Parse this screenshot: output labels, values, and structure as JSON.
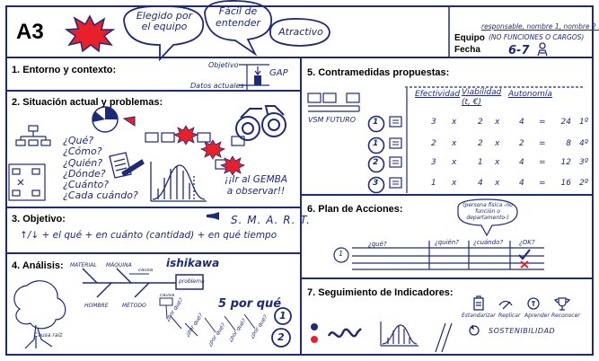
{
  "header": {
    "code": "A3",
    "bubble_1": "Elegido por el equipo",
    "bubble_2": "Fácil de entender",
    "bubble_3": "Atractivo",
    "team_label": "Equipo",
    "date_label": "Fecha",
    "team_value": "responsable, nombre 1, nombre 2 ...",
    "team_note": "(NO FUNCIONES O CARGOS)",
    "date_value": "6-7"
  },
  "sec1": {
    "title": "1. Entorno y contexto:",
    "objetivo": "Objetivo",
    "datos": "Datos actuales",
    "gap": "GAP"
  },
  "sec2": {
    "title": "2. Situación actual y problemas:",
    "questions": [
      "¿Qué?",
      "¿Cómo?",
      "¿Quién?",
      "¿Dónde?",
      "¿Cuánto?",
      "¿Cada cuándo?"
    ],
    "gemba": "¡¡Ir al GEMBA a observar!!"
  },
  "sec3": {
    "title": "3. Objetivo:",
    "smart": "S. M. A. R. T.",
    "formula": "↑/↓ + el qué + en cuánto (cantidad) + en qué tiempo"
  },
  "sec4": {
    "title": "4. Análisis:",
    "ishikawa": "ishikawa",
    "material": "MATERIAL",
    "maquina": "MÁQUINA",
    "hombre": "HOMBRE",
    "metodo": "MÉTODO",
    "causa": "causa",
    "problema": "problema",
    "causa_raiz": "Causa raíz",
    "cinco": "5 por qué",
    "porque": [
      "¿por qué?",
      "¿por qué?",
      "¿por qué?",
      "¿por qué?",
      "¿por qué?"
    ],
    "n1": "1",
    "n2": "2"
  },
  "sec5": {
    "title": "5. Contramedidas propuestas:",
    "vsm": "VSM FUTURO",
    "headers": [
      "Efectividad",
      "Viabilidad (t, €)",
      "Autonomía"
    ],
    "rows": [
      {
        "num": "1",
        "e": "3",
        "v": "2",
        "a": "4",
        "total": "24",
        "rank": "1º"
      },
      {
        "num": "1",
        "e": "2",
        "v": "2",
        "a": "2",
        "total": "8",
        "rank": "4º"
      },
      {
        "num": "2",
        "e": "3",
        "v": "1",
        "a": "4",
        "total": "12",
        "rank": "3º"
      },
      {
        "num": "3",
        "e": "1",
        "v": "4",
        "a": "4",
        "total": "16",
        "rank": "2º"
      }
    ],
    "times": "x",
    "equals": "="
  },
  "sec6": {
    "title": "6. Plan de Acciones:",
    "bubble": "(persona física -no función o departamento-)",
    "cols": [
      "¿qué?",
      "¿quién?",
      "¿cuándo?",
      "¿OK?"
    ],
    "num": "1"
  },
  "sec7": {
    "title": "7. Seguimiento de Indicadores:",
    "steps": [
      "Estandarizar",
      "Replicar",
      "Aprender",
      "Reconocer"
    ],
    "sostenibilidad": "SOSTENIBILIDAD"
  },
  "colors": {
    "ink": "#1e2a78",
    "red": "#e8202a",
    "check_red": "#e8202a"
  }
}
